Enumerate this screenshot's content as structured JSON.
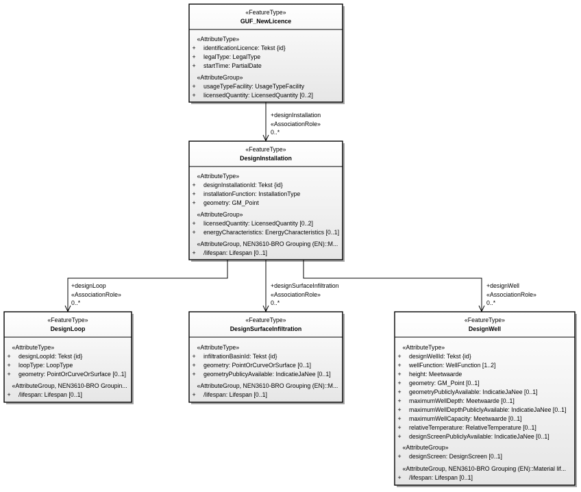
{
  "colors": {
    "line": "#000000",
    "text": "#000000",
    "box_fill": "#ffffff",
    "box_fill_gradient_end": "#e6e6e6",
    "shadow": "#a6a6a6"
  },
  "classes": [
    {
      "stereotype": "«FeatureType»",
      "name": "GUF_NewLicence",
      "sections": [
        {
          "header": "«AttributeType»",
          "items": [
            {
              "vis": "+",
              "text": "identificationLicence: Tekst {id}"
            },
            {
              "vis": "+",
              "text": "legalType: LegalType"
            },
            {
              "vis": "+",
              "text": "startTime: PartialDate"
            }
          ]
        },
        {
          "header": "«AttributeGroup»",
          "items": [
            {
              "vis": "+",
              "text": "usageTypeFacility: UsageTypeFacility"
            },
            {
              "vis": "+",
              "text": "licensedQuantity: LicensedQuantity [0..2]"
            }
          ]
        }
      ]
    },
    {
      "stereotype": "«FeatureType»",
      "name": "DesignInstallation",
      "sections": [
        {
          "header": "«AttributeType»",
          "items": [
            {
              "vis": "+",
              "text": "designInstallationId: Tekst {id}"
            },
            {
              "vis": "+",
              "text": "installationFunction: InstallationType"
            },
            {
              "vis": "+",
              "text": "geometry: GM_Point"
            }
          ]
        },
        {
          "header": "«AttributeGroup»",
          "items": [
            {
              "vis": "+",
              "text": "licensedQuantity: LicensedQuantity [0..2]"
            },
            {
              "vis": "+",
              "text": "energyCharacteristics: EnergyCharacteristics [0..1]"
            }
          ]
        },
        {
          "header": "«AttributeGroup, NEN3610-BRO Grouping (EN)::M...",
          "items": [
            {
              "vis": "+",
              "text": "/lifespan: Lifespan [0..1]"
            }
          ]
        }
      ]
    },
    {
      "stereotype": "«FeatureType»",
      "name": "DesignLoop",
      "sections": [
        {
          "header": "«AttributeType»",
          "items": [
            {
              "vis": "+",
              "text": "designLoopId: Tekst {id}"
            },
            {
              "vis": "+",
              "text": "loopType: LoopType"
            },
            {
              "vis": "+",
              "text": "geometry: PointOrCurveOrSurface [0..1]"
            }
          ]
        },
        {
          "header": "«AttributeGroup, NEN3610-BRO Groupin...",
          "items": [
            {
              "vis": "+",
              "text": "/lifespan: Lifespan [0..1]"
            }
          ]
        }
      ]
    },
    {
      "stereotype": "«FeatureType»",
      "name": "DesignSurfaceInfiltration",
      "sections": [
        {
          "header": "«AttributeType»",
          "items": [
            {
              "vis": "+",
              "text": "infiltrationBasinId: Tekst {id}"
            },
            {
              "vis": "+",
              "text": "geometry: PointOrCurveOrSurface [0..1]"
            },
            {
              "vis": "+",
              "text": "geometryPublicyAvailable: IndicatieJaNee [0..1]"
            }
          ]
        },
        {
          "header": "«AttributeGroup, NEN3610-BRO Grouping (EN)::M...",
          "items": [
            {
              "vis": "+",
              "text": "/lifespan: Lifespan [0..1]"
            }
          ]
        }
      ]
    },
    {
      "stereotype": "«FeatureType»",
      "name": "DesignWell",
      "sections": [
        {
          "header": "«AttributeType»",
          "items": [
            {
              "vis": "+",
              "text": "designWellId: Tekst {id}"
            },
            {
              "vis": "+",
              "text": "wellFunction: WellFunction [1..2]"
            },
            {
              "vis": "+",
              "text": "height: Meetwaarde"
            },
            {
              "vis": "+",
              "text": "geometry: GM_Point [0..1]"
            },
            {
              "vis": "+",
              "text": "geometryPubliclyAvailable: IndicatieJaNee [0..1]"
            },
            {
              "vis": "+",
              "text": "maximumWellDepth: Meetwaarde [0..1]"
            },
            {
              "vis": "+",
              "text": "maximumWellDepthPubliclyAvailable: IndicatieJaNee [0..1]"
            },
            {
              "vis": "+",
              "text": "maximumWellCapacity: Meetwaarde [0..1]"
            },
            {
              "vis": "+",
              "text": "relativeTemperature: RelativeTemperature [0..1]"
            },
            {
              "vis": "+",
              "text": "designScreenPubliclyAvailable: IndicatieJaNee [0..1]"
            }
          ]
        },
        {
          "header": "«AttributeGroup»",
          "items": [
            {
              "vis": "+",
              "text": "designScreen: DesignScreen [0..1]"
            }
          ]
        },
        {
          "header": "«AttributeGroup, NEN3610-BRO Grouping (EN)::Material lif...",
          "items": [
            {
              "vis": "+",
              "text": "/lifespan: Lifespan [0..1]"
            }
          ]
        }
      ]
    }
  ],
  "associations": [
    {
      "role": "+designInstallation",
      "stereotype": "«AssociationRole»",
      "multiplicity": "0..*"
    },
    {
      "role": "+designLoop",
      "stereotype": "«AssociationRole»",
      "multiplicity": "0..*"
    },
    {
      "role": "+designSurfaceInfiltration",
      "stereotype": "«AssociationRole»",
      "multiplicity": "0..*"
    },
    {
      "role": "+designWell",
      "stereotype": "«AssociationRole»",
      "multiplicity": "0..*"
    }
  ]
}
